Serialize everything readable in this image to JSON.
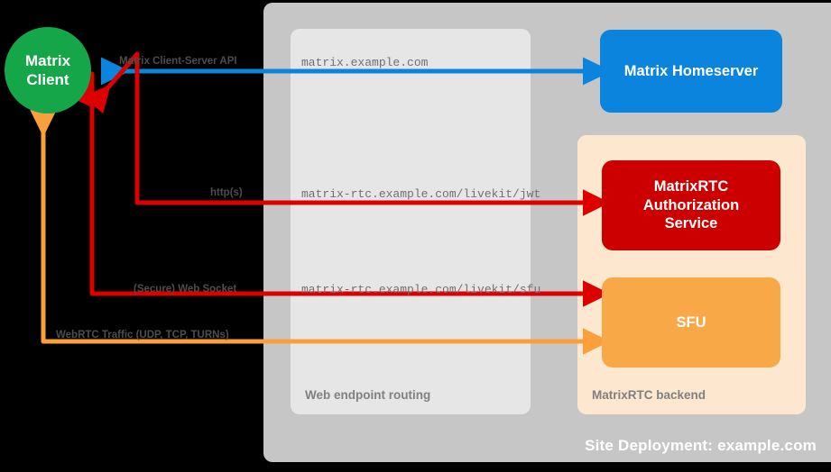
{
  "diagram": {
    "site_panel": {
      "label": "Site Deployment: example.com"
    },
    "web_endpoint_panel": {
      "label": "Web endpoint routing"
    },
    "rtc_backend_panel": {
      "label": "MatrixRTC backend"
    },
    "client": {
      "line1": "Matrix",
      "line2": "Client"
    },
    "services": {
      "homeserver": {
        "label": "Matrix Homeserver",
        "color": "#0b84dd"
      },
      "auth_service": {
        "line1": "MatrixRTC",
        "line2": "Authorization",
        "line3": "Service",
        "color": "#cc0000"
      },
      "sfu": {
        "label": "SFU",
        "color": "#f9a847"
      }
    },
    "connections": [
      {
        "id": "client-server-api",
        "protocol_label": "Matrix Client-Server API",
        "endpoint_label": "matrix.example.com",
        "color": "#0b84dd",
        "direction": "bidirectional"
      },
      {
        "id": "livekit-jwt",
        "protocol_label": "http(s)",
        "endpoint_label": "matrix-rtc.example.com/livekit/jwt",
        "color": "#dd0000",
        "direction": "bidirectional"
      },
      {
        "id": "livekit-sfu",
        "protocol_label": "(Secure) Web Socket",
        "endpoint_label": "matrix-rtc.example.com/livekit/sfu",
        "color": "#dd0000",
        "direction": "bidirectional"
      },
      {
        "id": "webrtc-traffic",
        "protocol_label": "WebRTC Traffic (UDP, TCP, TURNs)",
        "endpoint_label": "",
        "color": "#f9a03c",
        "direction": "bidirectional"
      }
    ]
  }
}
